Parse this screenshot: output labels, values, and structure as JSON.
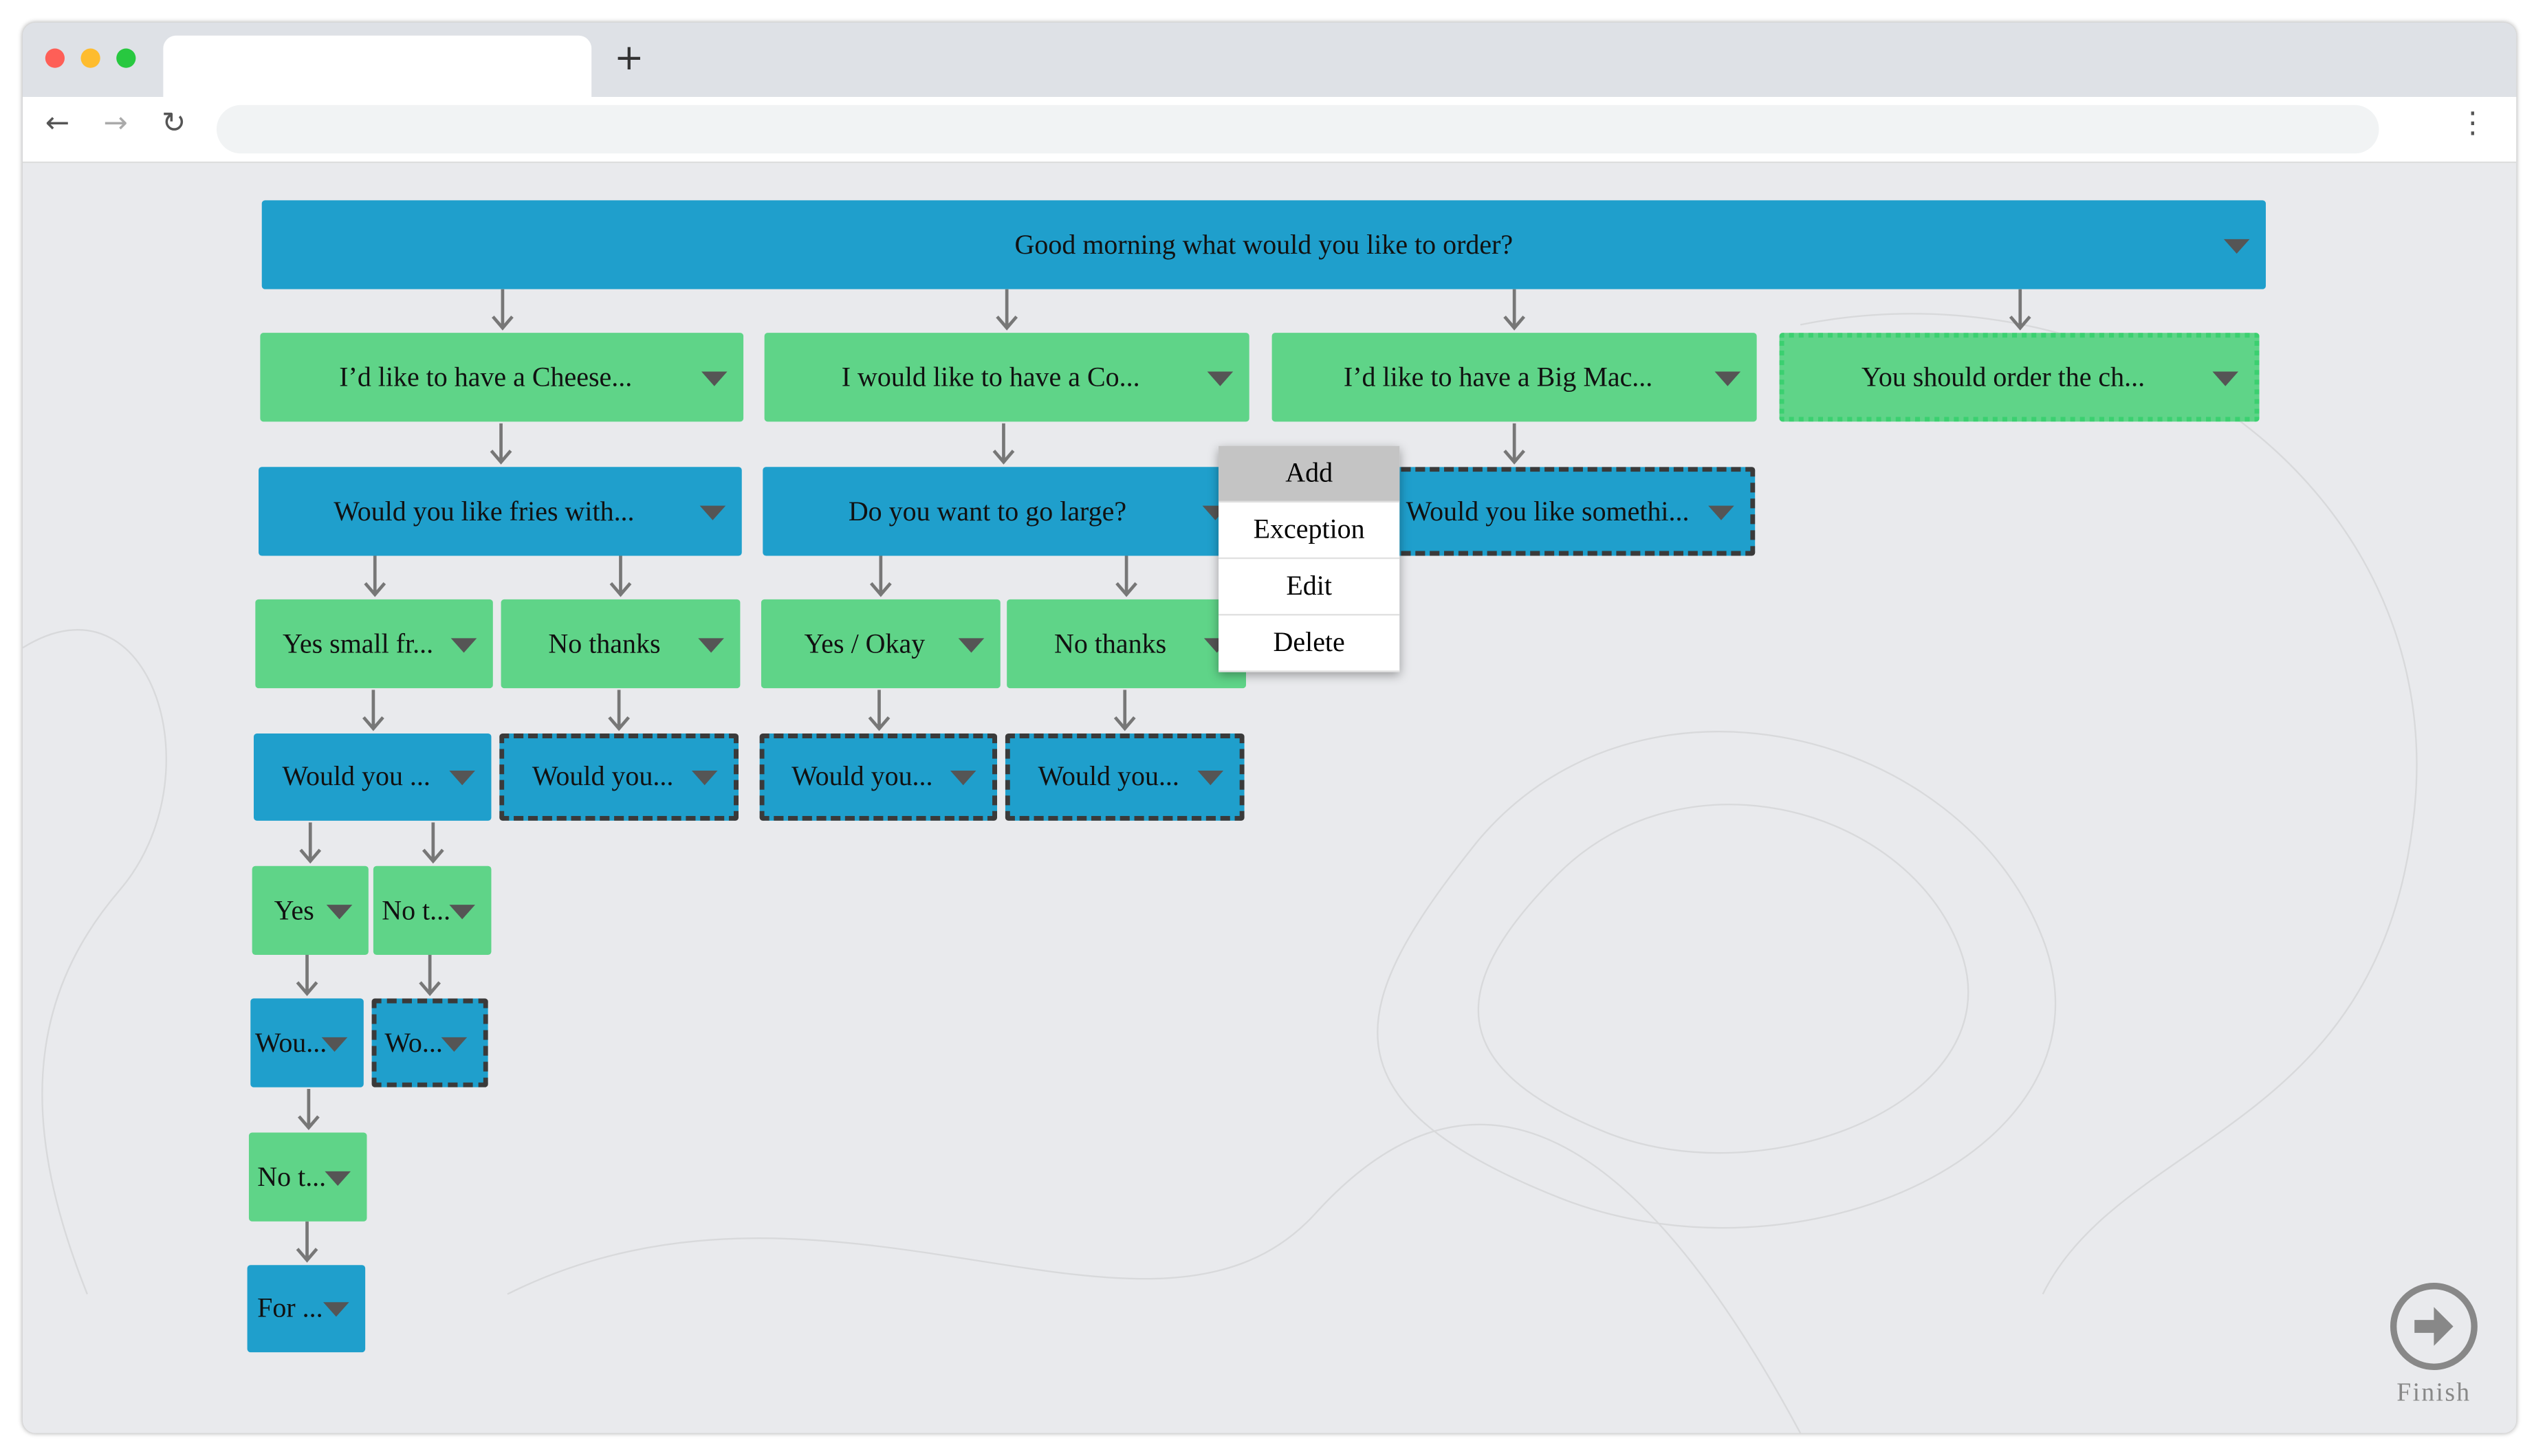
{
  "browser": {
    "new_tab_label": "+",
    "back_icon": "←",
    "forward_icon": "→",
    "reload_icon": "↻",
    "menu_icon": "⋮",
    "traffic_colors": [
      "#fe5f57",
      "#febc2e",
      "#28c840"
    ]
  },
  "colors": {
    "question": "#1f9fcc",
    "answer": "#5fd488",
    "canvas": "#e9eaed"
  },
  "nodes": [
    {
      "label": "Good morning what would you like to order?",
      "type": "question"
    },
    {
      "label": "I’d like to have a Cheese...",
      "type": "answer"
    },
    {
      "label": "I would like to have a Co...",
      "type": "answer"
    },
    {
      "label": "I’d like to have a Big Mac...",
      "type": "answer"
    },
    {
      "label": "You should order the ch...",
      "type": "answer",
      "style": "dotted"
    },
    {
      "label": "Would you like fries with...",
      "type": "question"
    },
    {
      "label": "Do you want to go large?",
      "type": "question"
    },
    {
      "label": "Would you like somethi...",
      "type": "question",
      "style": "dashed"
    },
    {
      "label": "Yes small fr...",
      "type": "answer"
    },
    {
      "label": "No thanks",
      "type": "answer"
    },
    {
      "label": "Yes / Okay",
      "type": "answer"
    },
    {
      "label": "No thanks",
      "type": "answer"
    },
    {
      "label": "Would you ...",
      "type": "question"
    },
    {
      "label": "Would you...",
      "type": "question",
      "style": "dashed"
    },
    {
      "label": "Would you...",
      "type": "question",
      "style": "dashed"
    },
    {
      "label": "Would you...",
      "type": "question",
      "style": "dashed"
    },
    {
      "label": "Yes",
      "type": "answer"
    },
    {
      "label": "No t...",
      "type": "answer"
    },
    {
      "label": "Wou...",
      "type": "question"
    },
    {
      "label": "Wo...",
      "type": "question",
      "style": "dashed"
    },
    {
      "label": "No t...",
      "type": "answer"
    },
    {
      "label": "For ...",
      "type": "question"
    }
  ],
  "context_menu": {
    "items": [
      "Add",
      "Exception",
      "Edit",
      "Delete"
    ],
    "highlighted": "Add"
  },
  "finish": {
    "label": "Finish",
    "icon": "arrow-right-circle"
  }
}
